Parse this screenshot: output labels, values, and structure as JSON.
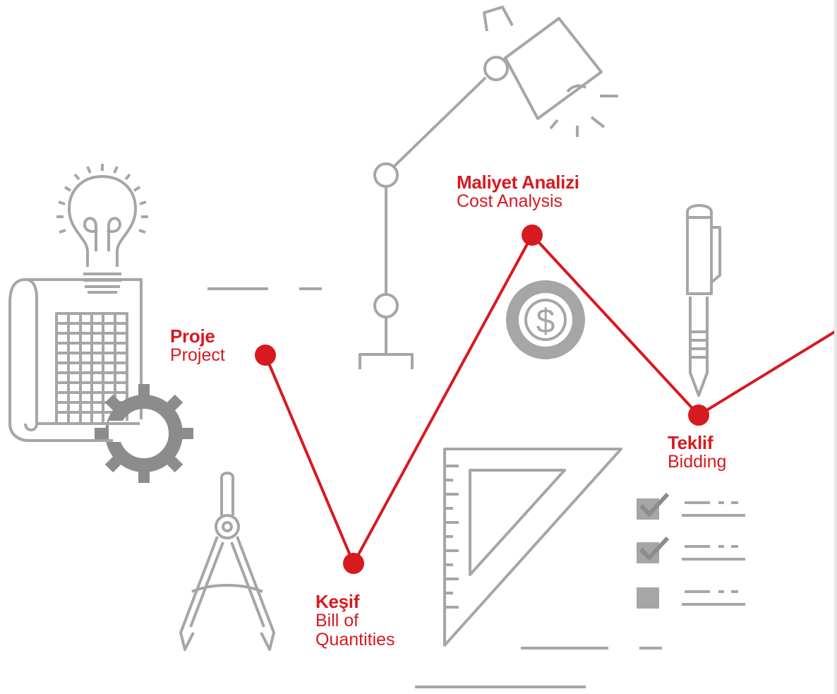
{
  "colors": {
    "accent": "#d71920",
    "icon_gray": "#a6a6a6",
    "icon_dark": "#8c8c8c",
    "background": "#ffffff"
  },
  "steps": [
    {
      "tr": "Proje",
      "en": "Project"
    },
    {
      "tr": "Keşif",
      "en": "Bill of Quantities"
    },
    {
      "tr": "Maliyet Analizi",
      "en": "Cost Analysis"
    },
    {
      "tr": "Teklif",
      "en": "Bidding"
    }
  ],
  "icons": [
    "lightbulb-icon",
    "blueprint-icon",
    "gear-icon",
    "desk-lamp-icon",
    "dollar-coin-icon",
    "pen-icon",
    "compass-icon",
    "set-square-icon",
    "checklist-icon"
  ],
  "kesif_en_lines": [
    "Bill of",
    "Quantities"
  ]
}
